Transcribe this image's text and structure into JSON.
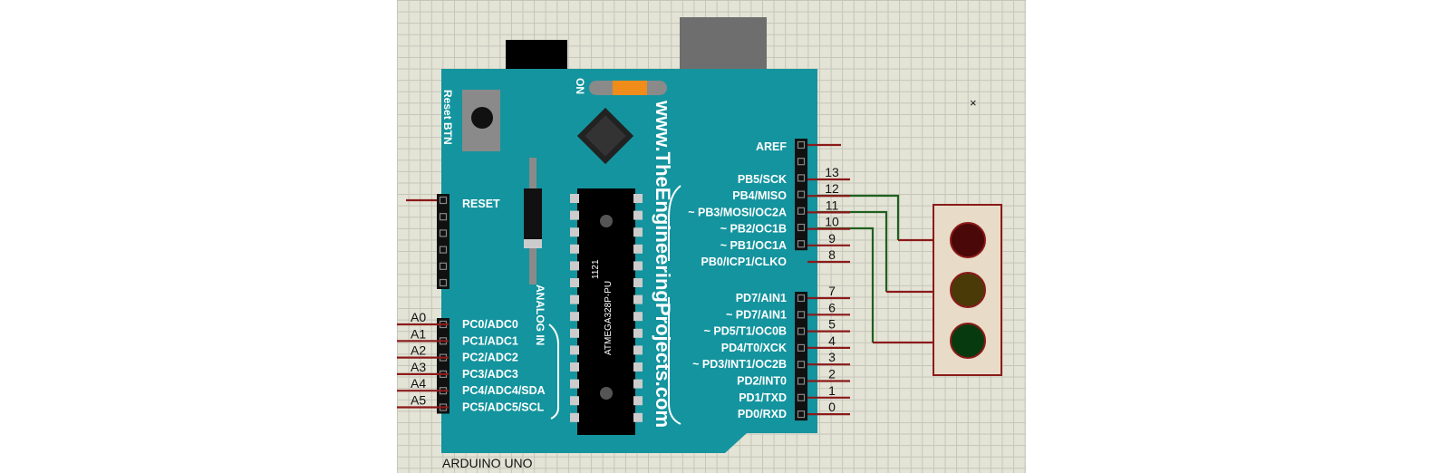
{
  "component_name": "ARDUINO UNO",
  "website": "www.TheEngineeringProjects.com",
  "reset_button_label": "Reset BTN",
  "on_label": "ON",
  "analog_in_label": "ANALOG IN",
  "reset_label": "RESET",
  "chip_code": "1121",
  "chip_name": "ATMEGA328P-PU",
  "close_marker": "×",
  "aref_label": "AREF",
  "digital_high": [
    {
      "label": "PB5/SCK",
      "num": "13"
    },
    {
      "label": "PB4/MISO",
      "num": "12"
    },
    {
      "label": "~ PB3/MOSI/OC2A",
      "num": "11"
    },
    {
      "label": "~ PB2/OC1B",
      "num": "10"
    },
    {
      "label": "~ PB1/OC1A",
      "num": "9"
    },
    {
      "label": "PB0/ICP1/CLKO",
      "num": "8"
    }
  ],
  "digital_low": [
    {
      "label": "PD7/AIN1",
      "num": "7"
    },
    {
      "label": "~ PD7/AIN1",
      "num": "6"
    },
    {
      "label": "~ PD5/T1/OC0B",
      "num": "5"
    },
    {
      "label": "PD4/T0/XCK",
      "num": "4"
    },
    {
      "label": "~ PD3/INT1/OC2B",
      "num": "3"
    },
    {
      "label": "PD2/INT0",
      "num": "2"
    },
    {
      "label": "PD1/TXD",
      "num": "1"
    },
    {
      "label": "PD0/RXD",
      "num": "0"
    }
  ],
  "analog_pins": [
    {
      "label": "PC0/ADC0",
      "num": "A0"
    },
    {
      "label": "PC1/ADC1",
      "num": "A1"
    },
    {
      "label": "PC2/ADC2",
      "num": "A2"
    },
    {
      "label": "PC3/ADC3",
      "num": "A3"
    },
    {
      "label": "PC4/ADC4/SDA",
      "num": "A4"
    },
    {
      "label": "PC5/ADC5/SCL",
      "num": "A5"
    }
  ],
  "colors": {
    "board": "#14949e",
    "wire_red": "#8b1a1a",
    "wire_green": "#1f5f1f",
    "light_red": "#4a0808",
    "light_yellow": "#4a3a08",
    "light_green": "#083a10",
    "light_body": "#e8dcc8"
  }
}
